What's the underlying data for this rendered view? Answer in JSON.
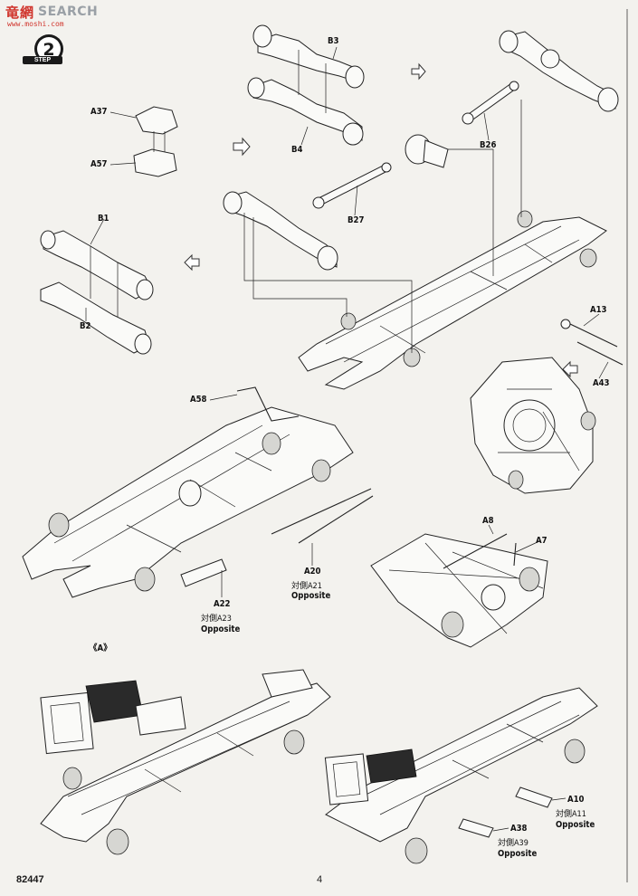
{
  "watermark": {
    "logo": "竜網",
    "text": "SEARCH",
    "url": "www.moshi.com"
  },
  "step": {
    "number": "2",
    "label": "STEP"
  },
  "parts": {
    "b3": "B3",
    "b4": "B4",
    "a37": "A37",
    "a57": "A57",
    "b26": "B26",
    "b27": "B27",
    "b1": "B1",
    "b2": "B2",
    "a13": "A13",
    "a43": "A43",
    "a58": "A58",
    "a20": "A20",
    "a21": "対側A21",
    "a21_sub": "Opposite",
    "a22": "A22",
    "a23": "対側A23",
    "a23_sub": "Opposite",
    "a8": "A8",
    "a7": "A7",
    "sub_a": "《A》",
    "a10": "A10",
    "a11": "対側A11",
    "a11_sub": "Opposite",
    "a38": "A38",
    "a39": "対側A39",
    "a39_sub": "Opposite"
  },
  "footer": {
    "code": "82447",
    "page": "4"
  }
}
